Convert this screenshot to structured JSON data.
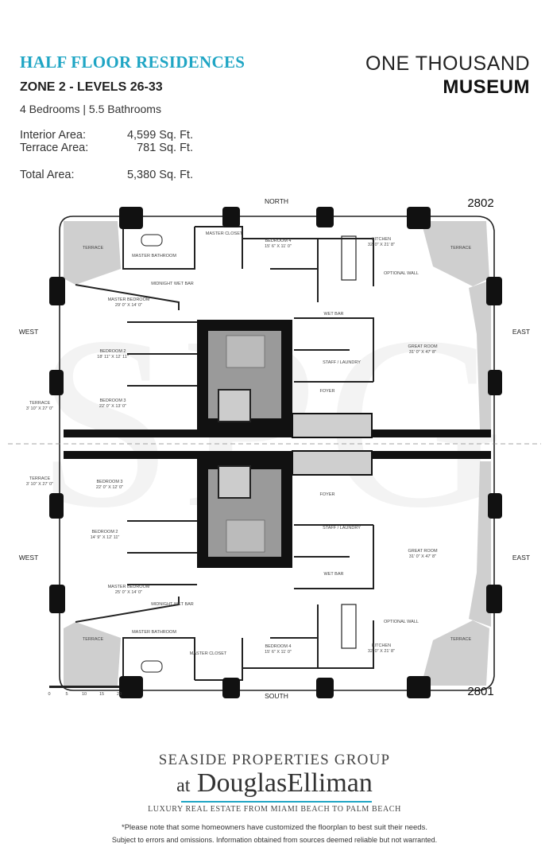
{
  "header": {
    "title": "HALF FLOOR RESIDENCES",
    "zone": "ZONE 2 - LEVELS 26-33",
    "beds_baths": "4 Bedrooms | 5.5 Bathrooms",
    "interior_label": "Interior Area:",
    "interior_value": "4,599 Sq. Ft.",
    "terrace_label": "Terrace Area:",
    "terrace_value": "781 Sq. Ft.",
    "total_label": "Total Area:",
    "total_value": "5,380 Sq. Ft."
  },
  "brand": {
    "line1": "ONE THOUSAND",
    "line2": "MUSEUM"
  },
  "plan": {
    "unit_top": "2802",
    "unit_bottom": "2801",
    "north": "NORTH",
    "south": "SOUTH",
    "west": "WEST",
    "east": "EAST",
    "watermark": "SPG",
    "scale_ticks": [
      "0",
      "5",
      "10",
      "15",
      "20"
    ],
    "top": {
      "terrace": "TERRACE",
      "master_closet": "MASTER CLOSET",
      "bedroom4": "BEDROOM 4",
      "bedroom4_dim": "15' 6\" X 11' 0\"",
      "kitchen": "KITCHEN",
      "kitchen_dim": "32' 0\" X 21' 8\"",
      "master_bathroom": "MASTER BATHROOM",
      "midnight_wet_bar": "MIDNIGHT WET BAR",
      "optional_wall": "OPTIONAL WALL",
      "master_bedroom": "MASTER BEDROOM",
      "master_bedroom_dim": "29' 0\" X 14' 0\"",
      "wet_bar": "WET BAR",
      "bedroom2": "BEDROOM 2",
      "bedroom2_dim": "18' 11\" X 12' 11\"",
      "staff_laundry": "STAFF / LAUNDRY",
      "great_room": "GREAT ROOM",
      "great_room_dim": "31' 0\" X 47' 8\"",
      "terrace_w": "TERRACE",
      "terrace_w_dim": "3' 10\" X 27' 0\"",
      "bedroom3": "BEDROOM 3",
      "bedroom3_dim": "22' 0\" X 13' 0\"",
      "foyer": "FOYER"
    },
    "bottom": {
      "terrace_w": "TERRACE",
      "terrace_w_dim": "3' 10\" X 27' 0\"",
      "bedroom3": "BEDROOM 3",
      "bedroom3_dim": "22' 0\" X 12' 0\"",
      "foyer": "FOYER",
      "bedroom2": "BEDROOM 2",
      "bedroom2_dim": "14' 9\" X 12' 11\"",
      "staff_laundry": "STAFF / LAUNDRY",
      "great_room": "GREAT ROOM",
      "great_room_dim": "31' 0\" X 47' 8\"",
      "wet_bar": "WET BAR",
      "master_bedroom": "MASTER BEDROOM",
      "master_bedroom_dim": "25' 0\" X 14' 0\"",
      "midnight_wet_bar": "MIDNIGHT WET BAR",
      "optional_wall": "OPTIONAL WALL",
      "master_bathroom": "MASTER BATHROOM",
      "terrace": "TERRACE",
      "master_closet": "MASTER CLOSET",
      "bedroom4": "BEDROOM 4",
      "bedroom4_dim": "15' 6\" X 11' 0\"",
      "kitchen": "KITCHEN",
      "kitchen_dim": "32' 0\" X 21' 8\""
    }
  },
  "footer": {
    "spg": "SEASIDE PROPERTIES GROUP",
    "at": "at",
    "douglas": "Douglas",
    "elliman": "Elliman",
    "tagline": "LUXURY REAL ESTATE FROM MIAMI BEACH TO PALM BEACH",
    "disclaimer1": "*Please note that some homeowners have customized the floorplan to best suit their needs.",
    "disclaimer2": "Subject to errors and omissions. Information obtained from sources deemed reliable but not warranted."
  },
  "colors": {
    "accent": "#1fa5c4",
    "terrace": "#cfcfcf",
    "core": "#9a9a9a"
  }
}
